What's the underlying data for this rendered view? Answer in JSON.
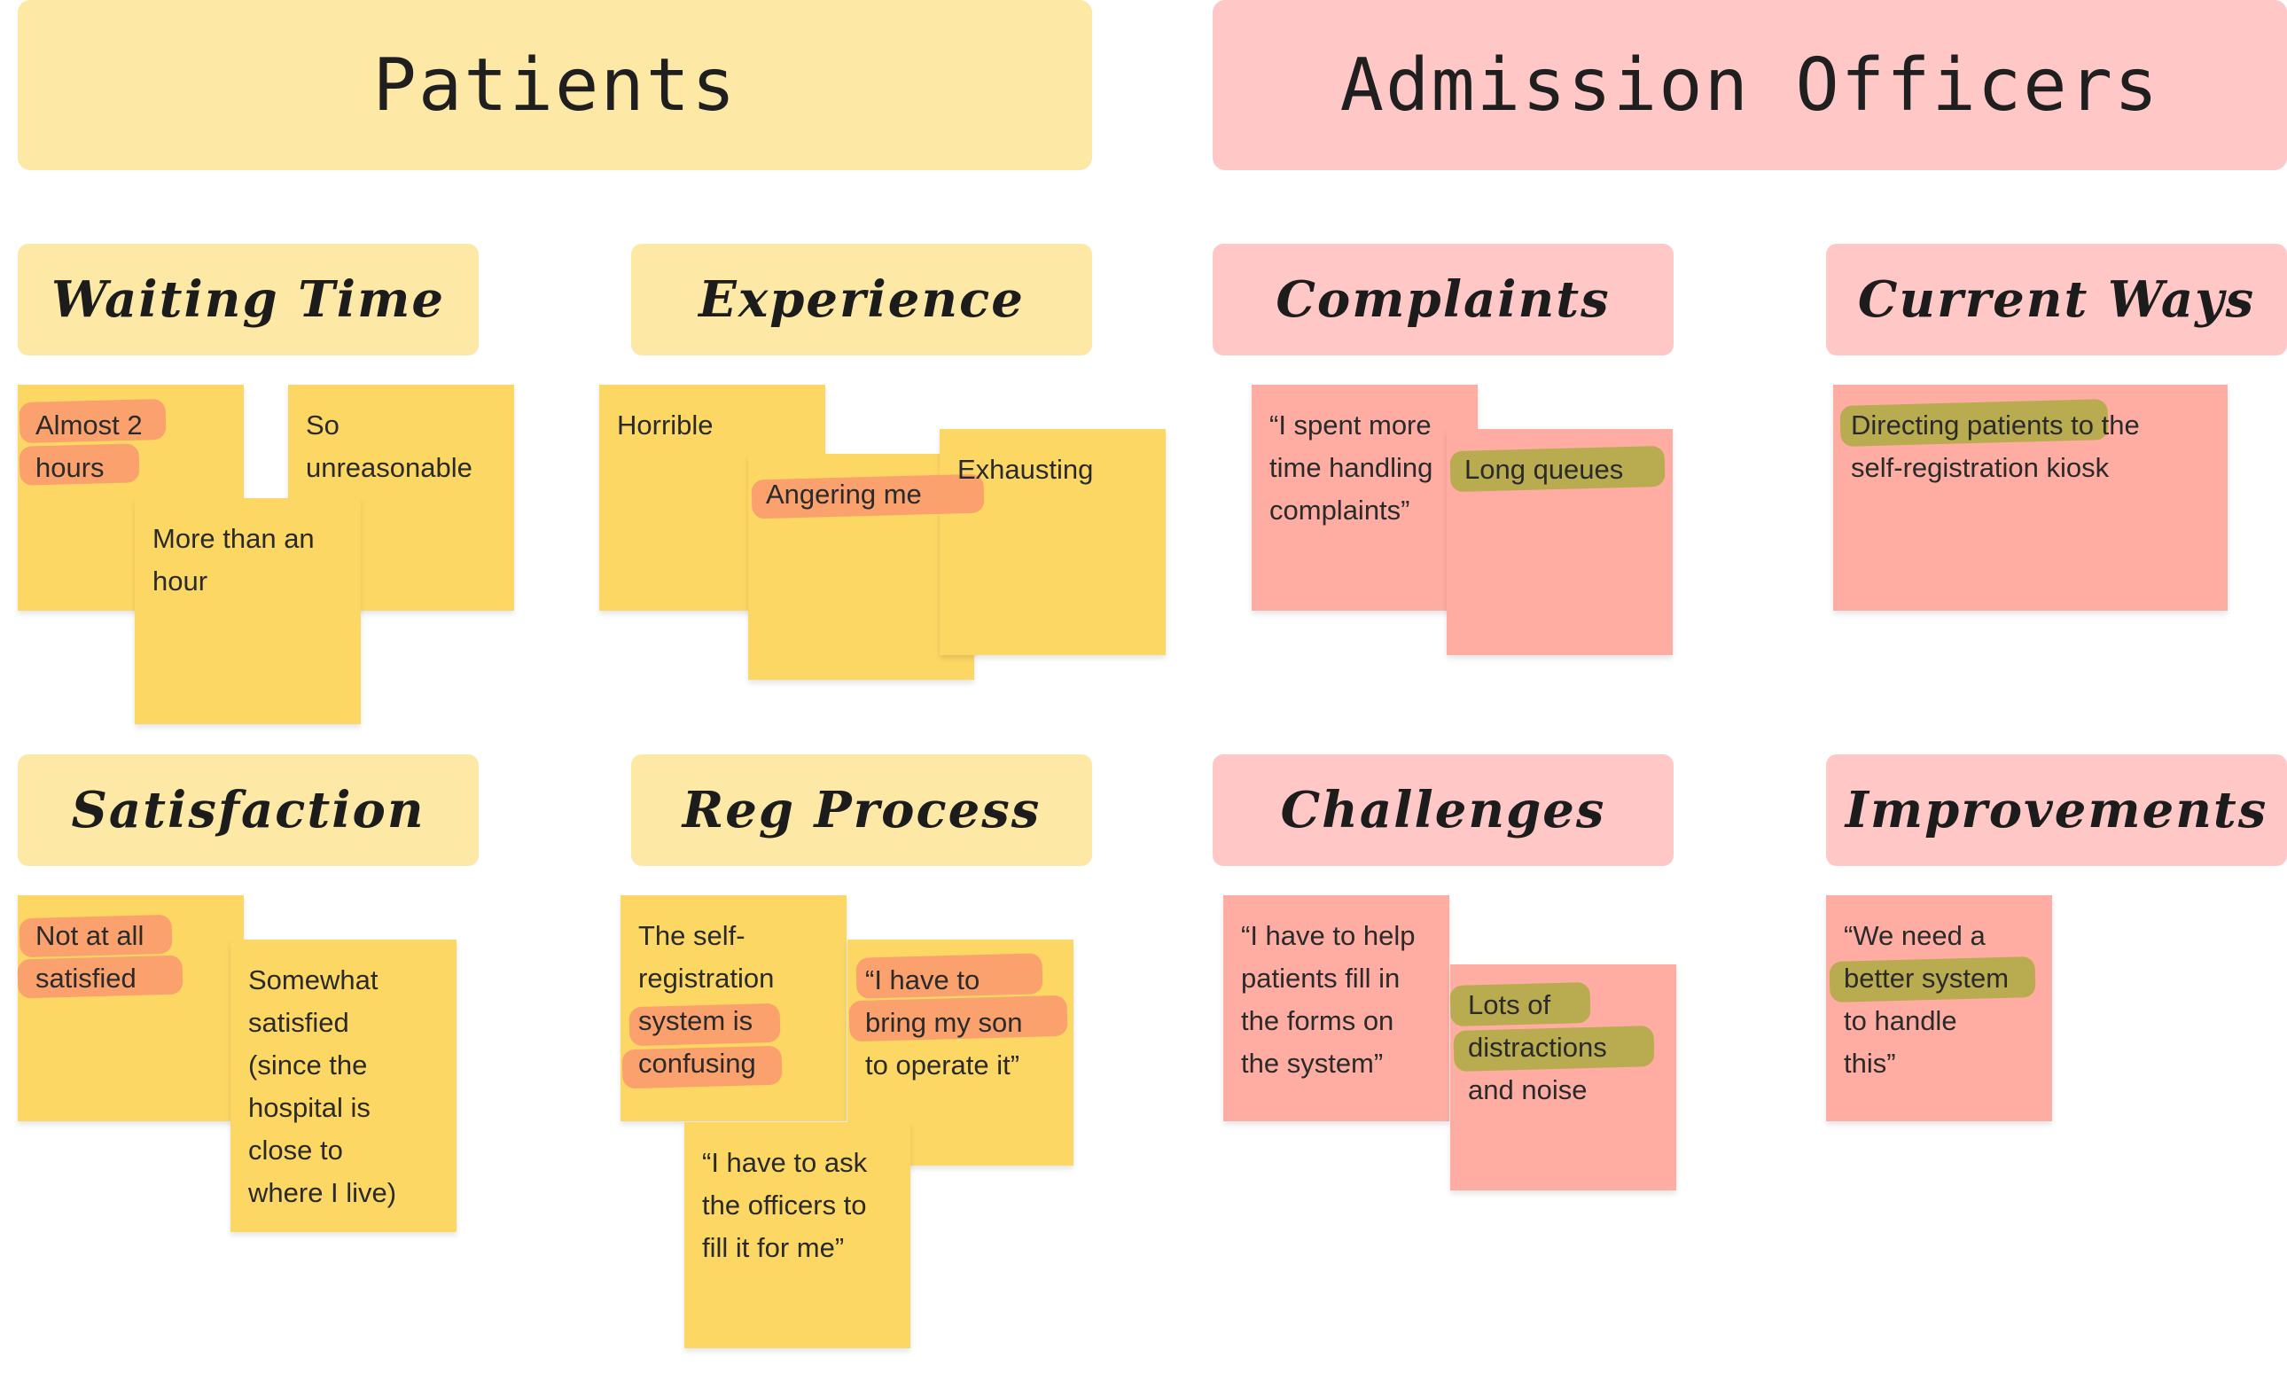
{
  "banners": {
    "patients": "Patients",
    "officers": "Admission Officers"
  },
  "categories": {
    "waiting_time": "Waiting Time",
    "experience": "Experience",
    "satisfaction": "Satisfaction",
    "reg_process": "Reg Process",
    "complaints": "Complaints",
    "current_ways": "Current Ways",
    "challenges": "Challenges",
    "improvements": "Improvements"
  },
  "notes": {
    "almost_2_hours": "Almost 2\nhours",
    "so_unreasonable": "So\nunreasonable",
    "more_than_hour": "More than an\nhour",
    "horrible": "Horrible",
    "angering_me": "Angering me",
    "exhausting": "Exhausting",
    "not_at_all": "Not at all\nsatisfied",
    "somewhat": "Somewhat\nsatisfied\n(since the\nhospital is\nclose to\nwhere I live)",
    "self_reg": "The self-\nregistration\nsystem is\nconfusing",
    "bring_son": "“I have to\nbring my son\nto operate it”",
    "ask_officers": "“I have to ask\nthe officers to\nfill it for me”",
    "spent_more": "“I spent more\ntime handling\ncomplaints”",
    "long_queues": "Long queues",
    "directing": "Directing patients to the\nself-registration kiosk",
    "help_patients": "“I have to help\npatients fill in\nthe forms on\nthe system”",
    "distractions": "Lots of\ndistractions\nand noise",
    "need_better": "“We need a\nbetter system\nto handle\nthis”"
  },
  "colors": {
    "banner_yellow": "#fde8a6",
    "banner_pink": "#ffc7c5",
    "note_yellow": "#fdd764",
    "note_pink": "#ffada2",
    "highlight_orange": "#f99b6f",
    "highlight_olive": "#b5ab4c"
  }
}
